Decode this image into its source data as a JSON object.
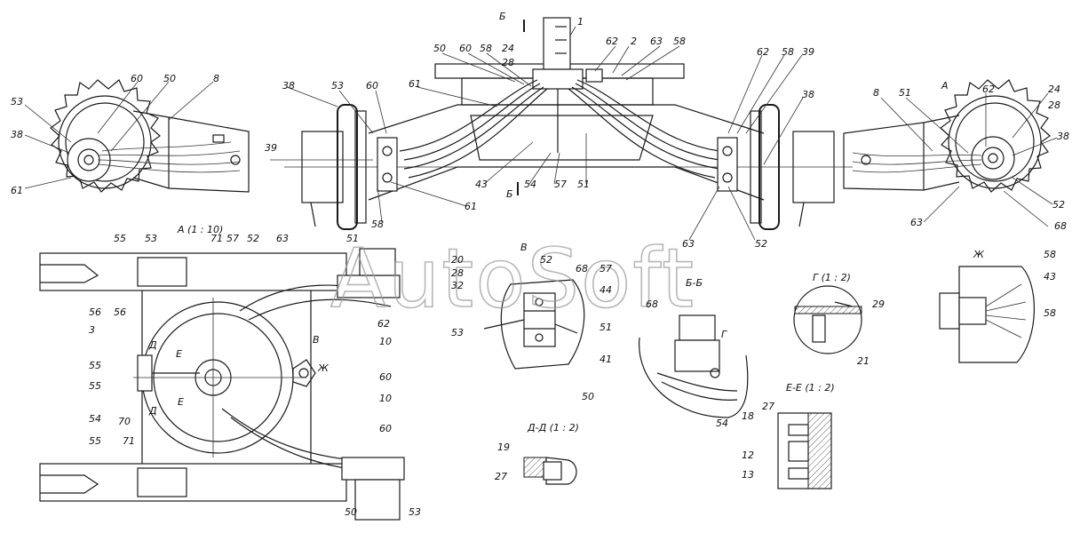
{
  "watermark": "AutoSoft",
  "view_titles": {
    "a": "A  (1 : 10)",
    "b": "Б",
    "b_bottom": "Б",
    "a_arrow": "А",
    "v": "В",
    "bb": "Б-Б",
    "g": "Г  (1 : 2)",
    "g_small": "Г",
    "zh": "Ж",
    "zh_arrow": "Ж",
    "ee": "Е-Е  (1 : 2)",
    "dd": "Д-Д  (1 : 2)",
    "d1": "Д",
    "d2": "Д",
    "e1": "Е",
    "e2": "Е",
    "v_arrow": "В"
  },
  "labels": {
    "l1": "1",
    "l2": "2",
    "l24": "24",
    "l28": "28",
    "l50a": "50",
    "l60a": "60",
    "l58a": "58",
    "l62a": "62",
    "l63a": "63",
    "l58b": "58",
    "l61a": "61",
    "l53a": "53",
    "l60b": "60",
    "l38a": "38",
    "l39a": "39",
    "l43a": "43",
    "l54a": "54",
    "l57a": "57",
    "l51a": "51",
    "l61b": "61",
    "l58c": "58",
    "l62b": "62",
    "l58d": "58",
    "l39b": "39",
    "l38b": "38",
    "l63b": "63",
    "l52a": "52",
    "lw53": "53",
    "lw60": "60",
    "lw50": "50",
    "lw8": "8",
    "lw38": "38",
    "lw61": "61",
    "le8": "8",
    "le51": "51",
    "le62": "62",
    "le24": "24",
    "le28": "28",
    "le38": "38",
    "le52": "52",
    "le63": "63",
    "le68": "68",
    "fa55": "55",
    "fa53": "53",
    "fa71": "71",
    "fa57": "57",
    "fa52": "52",
    "fa63": "63",
    "fa51": "51",
    "fa62": "62",
    "fa10a": "10",
    "fa56a": "56",
    "fa56b": "56",
    "fa3": "3",
    "fa55b": "55",
    "fa55c": "55",
    "fa54": "54",
    "fa70": "70",
    "fa60": "60",
    "fa10b": "10",
    "fa55d": "55",
    "fa71b": "71",
    "fa60b": "60",
    "fa50": "50",
    "fa53b": "53",
    "v20": "20",
    "v28": "28",
    "v32": "32",
    "v52": "52",
    "v68": "68",
    "v57": "57",
    "v44": "44",
    "v53": "53",
    "v51": "51",
    "v41": "41",
    "v50": "50",
    "b68": "68",
    "b54": "54",
    "g29": "29",
    "g21": "21",
    "z58a": "58",
    "z43": "43",
    "z58b": "58",
    "e27": "27",
    "e18": "18",
    "e12": "12",
    "e13": "13",
    "d19": "19",
    "d27": "27"
  }
}
